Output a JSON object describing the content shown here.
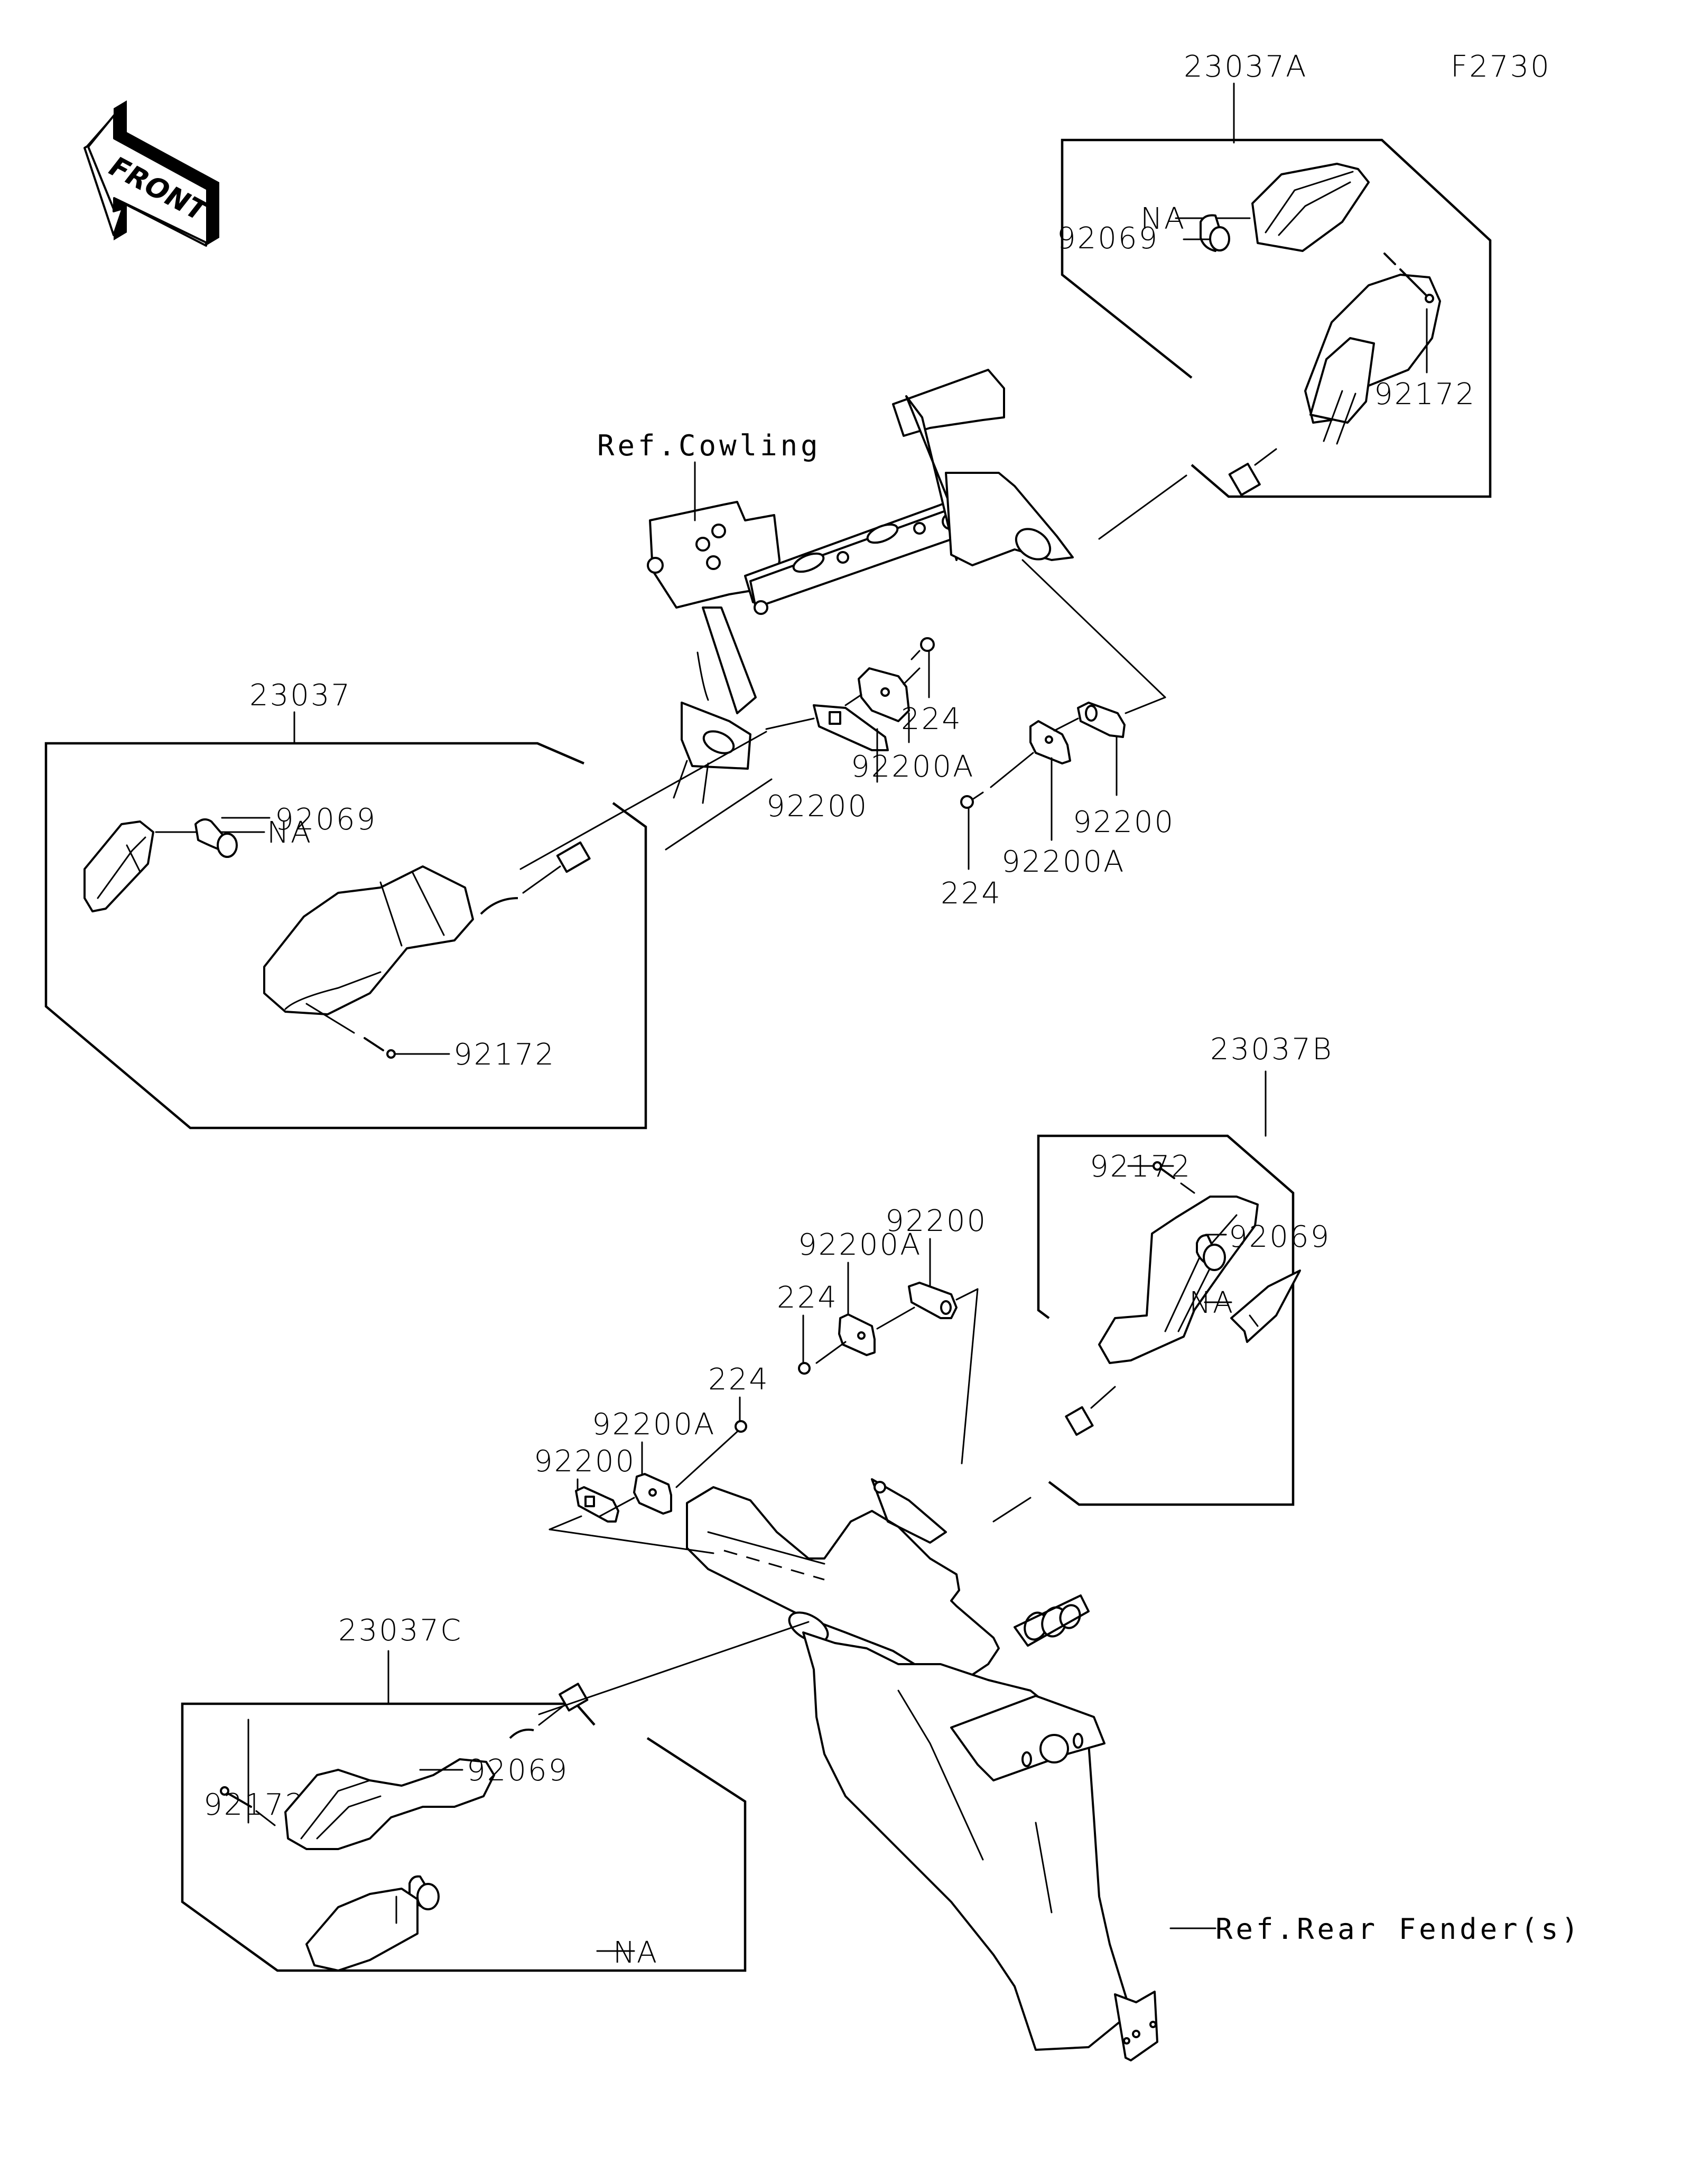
{
  "diagram": {
    "figure_id": "F2730",
    "direction_indicator": "FRONT",
    "references": {
      "cowling": "Ref.Cowling",
      "rear_fender": "Ref.Rear Fender(s)"
    },
    "assemblies": [
      {
        "id": "23037A",
        "position": "front-right",
        "parts": {
          "lens": "NA",
          "bulb": "92069",
          "screw": "92172"
        }
      },
      {
        "id": "23037",
        "position": "front-left",
        "parts": {
          "lens": "NA",
          "bulb": "92069",
          "screw": "92172"
        }
      },
      {
        "id": "23037B",
        "position": "rear-right",
        "parts": {
          "lens": "NA",
          "bulb": "92069",
          "screw": "92172"
        }
      },
      {
        "id": "23037C",
        "position": "rear-left",
        "parts": {
          "lens": "NA",
          "bulb": "92069",
          "screw": "92172"
        }
      }
    ],
    "front_mount_hardware": {
      "left": {
        "plate": "92200",
        "bracket": "92200A",
        "screw": "224"
      },
      "right": {
        "plate": "92200",
        "bracket": "92200A",
        "screw": "224"
      }
    },
    "rear_mount_hardware": {
      "left": {
        "plate": "92200",
        "bracket": "92200A",
        "screw": "224"
      },
      "right": {
        "plate": "92200",
        "bracket": "92200A",
        "screw": "224"
      }
    }
  }
}
